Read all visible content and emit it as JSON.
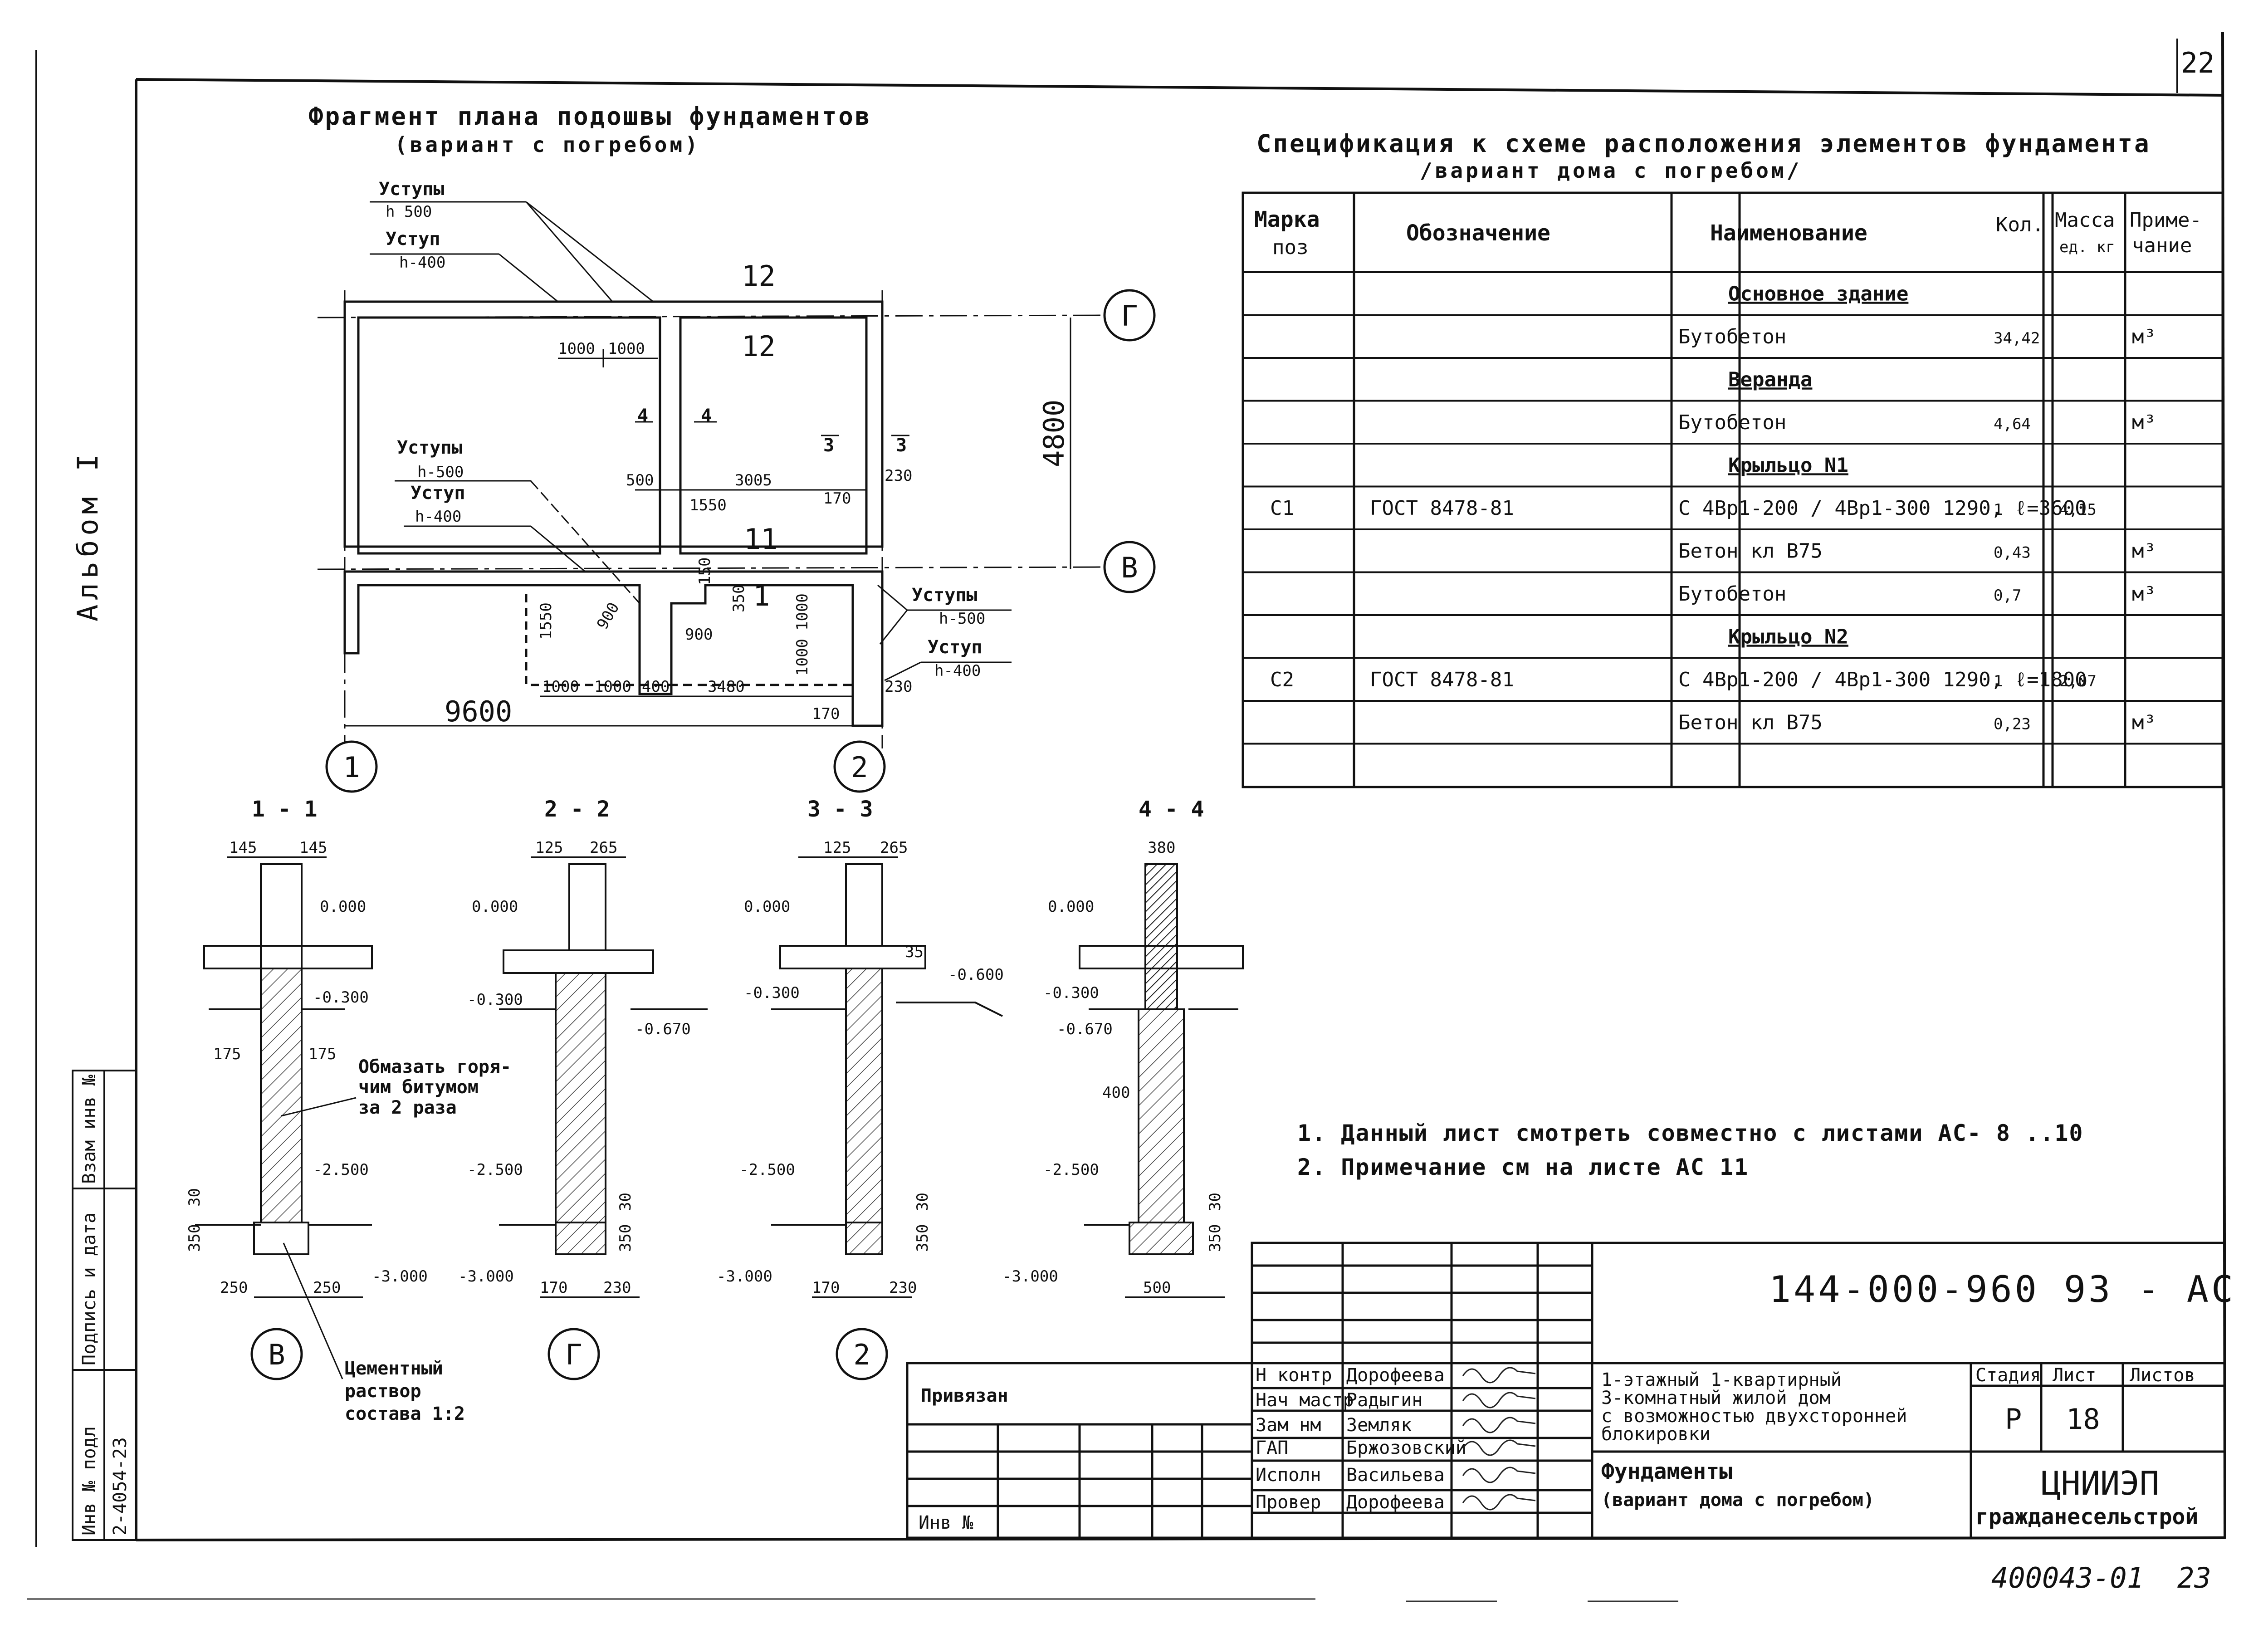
{
  "page_number": "22",
  "album": "Альбом I",
  "plan": {
    "title": "Фрагмент плана подошвы фундаментов",
    "subtitle": "(вариант с погребом)",
    "callouts": {
      "ustupy_500_top": "Уступы",
      "h500_top": "h 500",
      "ustup_400_top": "Уступ",
      "h400_top": "h-400",
      "ustupy_500_mid": "Уступы",
      "h500_mid": "h-500",
      "ustup_400_mid": "Уступ",
      "h400_mid": "h-400",
      "ustupy_500_right": "Уступы",
      "h500_right": "h-500",
      "ustup_400_right": "Уступ",
      "h400_right": "h-400"
    },
    "dimensions": {
      "d1000a": "1000",
      "d1000b": "1000",
      "d500": "500",
      "d3005": "3005",
      "d230a": "230",
      "d170a": "170",
      "d1550h": "1550",
      "d150": "150",
      "d350": "350",
      "d1550v": "1550",
      "d900a": "900",
      "d900b": "900",
      "d1000v": "1000",
      "d1000v2": "1000",
      "d1000c": "1000",
      "d1000d": "1000",
      "d400": "400",
      "d3480": "3480",
      "d230b": "230",
      "d170b": "170",
      "d9600": "9600",
      "d4800": "4800"
    },
    "marks": {
      "m12a": "12",
      "m12b": "12",
      "m11": "11",
      "m1": "1",
      "s4a": "4",
      "s4b": "4",
      "s3a": "3",
      "s3b": "3"
    },
    "axes": {
      "g": "Г",
      "v": "В",
      "a1": "1",
      "a2": "2"
    }
  },
  "sections": {
    "s1": {
      "title": "1 - 1",
      "d145a": "145",
      "d145b": "145",
      "z0": "0.000",
      "z300": "-0.300",
      "d175a": "175",
      "d175b": "175",
      "z2500": "-2.500",
      "d350": "350",
      "d30": "30",
      "z3000": "-3.000",
      "d250a": "250",
      "d250b": "250",
      "axis": "В",
      "note_bitum_1": "Обмазать горя-",
      "note_bitum_2": "чим битумом",
      "note_bitum_3": "за 2 раза",
      "note_cem_1": "Цементный",
      "note_cem_2": "раствор",
      "note_cem_3": "состава 1:2"
    },
    "s2": {
      "title": "2 - 2",
      "d125": "125",
      "d265": "265",
      "z0": "0.000",
      "z300": "-0.300",
      "z670": "-0.670",
      "z2500": "-2.500",
      "d30": "30",
      "d350": "350",
      "z3000": "-3.000",
      "d170": "170",
      "d230": "230",
      "axis": "Г"
    },
    "s3": {
      "title": "3 - 3",
      "d125": "125",
      "d265": "265",
      "z0": "0.000",
      "d35": "35",
      "z600": "-0.600",
      "z300": "-0.300",
      "z2500": "-2.500",
      "d30": "30",
      "d350": "350",
      "z3000": "-3.000",
      "d170": "170",
      "d230": "230",
      "axis": "2"
    },
    "s4": {
      "title": "4 - 4",
      "d380": "380",
      "z0": "0.000",
      "z300": "-0.300",
      "z670": "-0.670",
      "d400": "400",
      "z2500": "-2.500",
      "d30": "30",
      "d350": "350",
      "z3000": "-3.000",
      "d500": "500"
    }
  },
  "spec": {
    "title": "Спецификация к схеме расположения элементов фундамента",
    "subtitle": "/вариант дома с погребом/",
    "headers": {
      "marka_1": "Марка",
      "marka_2": "поз",
      "oboznachenie": "Обозначение",
      "naimenovanie": "Наименование",
      "kol": "Кол.",
      "massa_1": "Масса",
      "massa_2": "ед. кг",
      "prim_1": "Приме-",
      "prim_2": "чание"
    },
    "rows": [
      {
        "marka": "",
        "obozn": "",
        "naim": "Основное здание",
        "kol": "",
        "massa": "",
        "prim": "",
        "heading": true
      },
      {
        "marka": "",
        "obozn": "",
        "naim": "Бутобетон",
        "kol": "34,42",
        "massa": "",
        "prim": "м³",
        "heading": false
      },
      {
        "marka": "",
        "obozn": "",
        "naim": "Веранда",
        "kol": "",
        "massa": "",
        "prim": "",
        "heading": true
      },
      {
        "marka": "",
        "obozn": "",
        "naim": "Бутобетон",
        "kol": "4,64",
        "massa": "",
        "prim": "м³",
        "heading": false
      },
      {
        "marka": "",
        "obozn": "",
        "naim": "Крыльцо N1",
        "kol": "",
        "massa": "",
        "prim": "",
        "heading": true
      },
      {
        "marka": "С1",
        "obozn": "ГОСТ 8478-81",
        "naim": "С 4Вр1-200 / 4Вр1-300  1290, ℓ=3600",
        "kol": "1",
        "massa": "4,15",
        "prim": "",
        "heading": false
      },
      {
        "marka": "",
        "obozn": "",
        "naim": "Бетон кл В75",
        "kol": "0,43",
        "massa": "",
        "prim": "м³",
        "heading": false
      },
      {
        "marka": "",
        "obozn": "",
        "naim": "Бутобетон",
        "kol": "0,7",
        "massa": "",
        "prim": "м³",
        "heading": false
      },
      {
        "marka": "",
        "obozn": "",
        "naim": "Крыльцо N2",
        "kol": "",
        "massa": "",
        "prim": "",
        "heading": true
      },
      {
        "marka": "С2",
        "obozn": "ГОСТ 8478-81",
        "naim": "С 4Вр1-200 / 4Вр1-300  1290, ℓ=1800",
        "kol": "1",
        "massa": "2,07",
        "prim": "",
        "heading": false
      },
      {
        "marka": "",
        "obozn": "",
        "naim": "Бетон кл В75",
        "kol": "0,23",
        "massa": "",
        "prim": "м³",
        "heading": false
      },
      {
        "marka": "",
        "obozn": "",
        "naim": "",
        "kol": "",
        "massa": "",
        "prim": "",
        "heading": false
      }
    ]
  },
  "notes": {
    "n1": "1. Данный лист смотреть совместно с листами АС- 8 ..10",
    "n2": "2. Примечание см на листе АС 11"
  },
  "stamp": {
    "doc_code": "144-000-960 93  - АС",
    "privyazan": "Привязан",
    "inv_no": "Инв №",
    "roles": [
      "Н контр",
      "Нач мастр",
      "Зам нм",
      "ГАП",
      "Исполн",
      "Провер"
    ],
    "names": [
      "Дорофеева",
      "Радыгин",
      "Земляк",
      "Бржозовский",
      "Васильева",
      "Дорофеева"
    ],
    "project_1": "1-этажный 1-квартирный",
    "project_2": "3-комнатный жилой дом",
    "project_3": "с возможностью двухсторонней",
    "project_4": "блокировки",
    "sheet_1": "Фундаменты",
    "sheet_2": "(вариант дома с погребом)",
    "stadia_lbl": "Стадия",
    "list_lbl": "Лист",
    "listov_lbl": "Листов",
    "stadia": "Р",
    "list": "18",
    "listov": "",
    "org_1": "ЦНИИЭП",
    "org_2": "гражданесельстрой"
  },
  "sidebar": {
    "inv_podl": "Инв № подл",
    "podpis": "Подпись и дата",
    "vzam": "Взам инв №",
    "inv_value": "2-4054-23"
  },
  "footer": {
    "archive": "400043-01",
    "page": "23"
  }
}
